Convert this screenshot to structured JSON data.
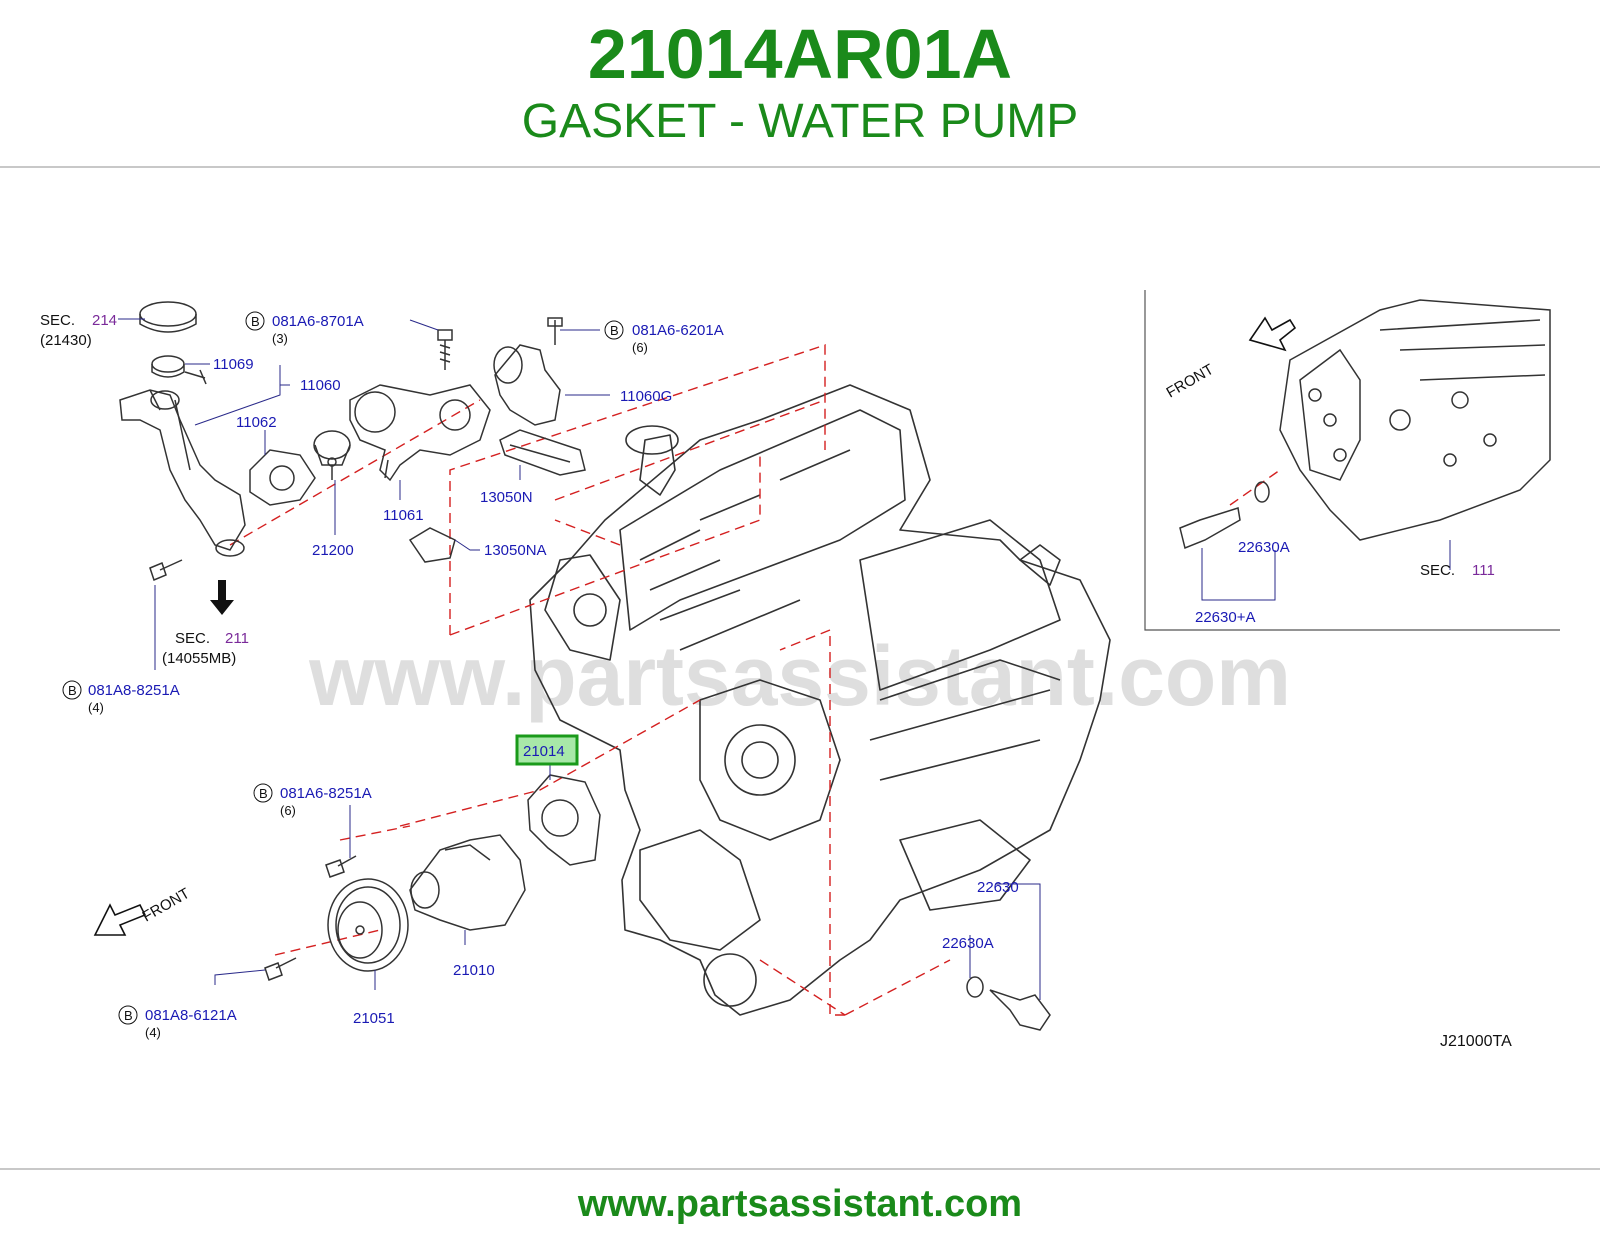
{
  "header": {
    "part_number": "21014AR01A",
    "part_name": "GASKET - WATER PUMP"
  },
  "footer": {
    "website": "www.partsassistant.com"
  },
  "watermark": "www.partsassistant.com",
  "colors": {
    "brand_green": "#1a8a1a",
    "part_label_blue": "#1a1ab4",
    "section_purple": "#7a2a9a",
    "dashed_red": "#d42020",
    "highlight_fill": "#a8e8a8"
  },
  "diagram": {
    "highlighted_part": "21014",
    "diagram_code": "J21000TA",
    "front_label": "FRONT",
    "bolt_badge": "B",
    "sec_label": "SEC.",
    "callouts": {
      "sec_214": "214",
      "sec_214_ref": "(21430)",
      "sec_211": "211",
      "sec_211_ref": "(14055MB)",
      "sec_111": "111",
      "bolt_081A6_8701A": "081A6-8701A",
      "bolt_081A6_8701A_qty": "(3)",
      "bolt_081A6_6201A": "081A6-6201A",
      "bolt_081A6_6201A_qty": "(6)",
      "bolt_081A8_8251A": "081A8-8251A",
      "bolt_081A8_8251A_qty": "(4)",
      "bolt_081A6_8251A": "081A6-8251A",
      "bolt_081A6_8251A_qty": "(6)",
      "bolt_081A8_6121A": "081A8-6121A",
      "bolt_081A8_6121A_qty": "(4)",
      "p11069": "11069",
      "p11060": "11060",
      "p11062": "11062",
      "p11061": "11061",
      "p11060G": "11060G",
      "p13050N": "13050N",
      "p13050NA": "13050NA",
      "p21200": "21200",
      "p21010": "21010",
      "p21051": "21051",
      "p22630": "22630",
      "p22630A": "22630A",
      "p22630A_inset": "22630A",
      "p22630_plus_A": "22630+A"
    }
  }
}
